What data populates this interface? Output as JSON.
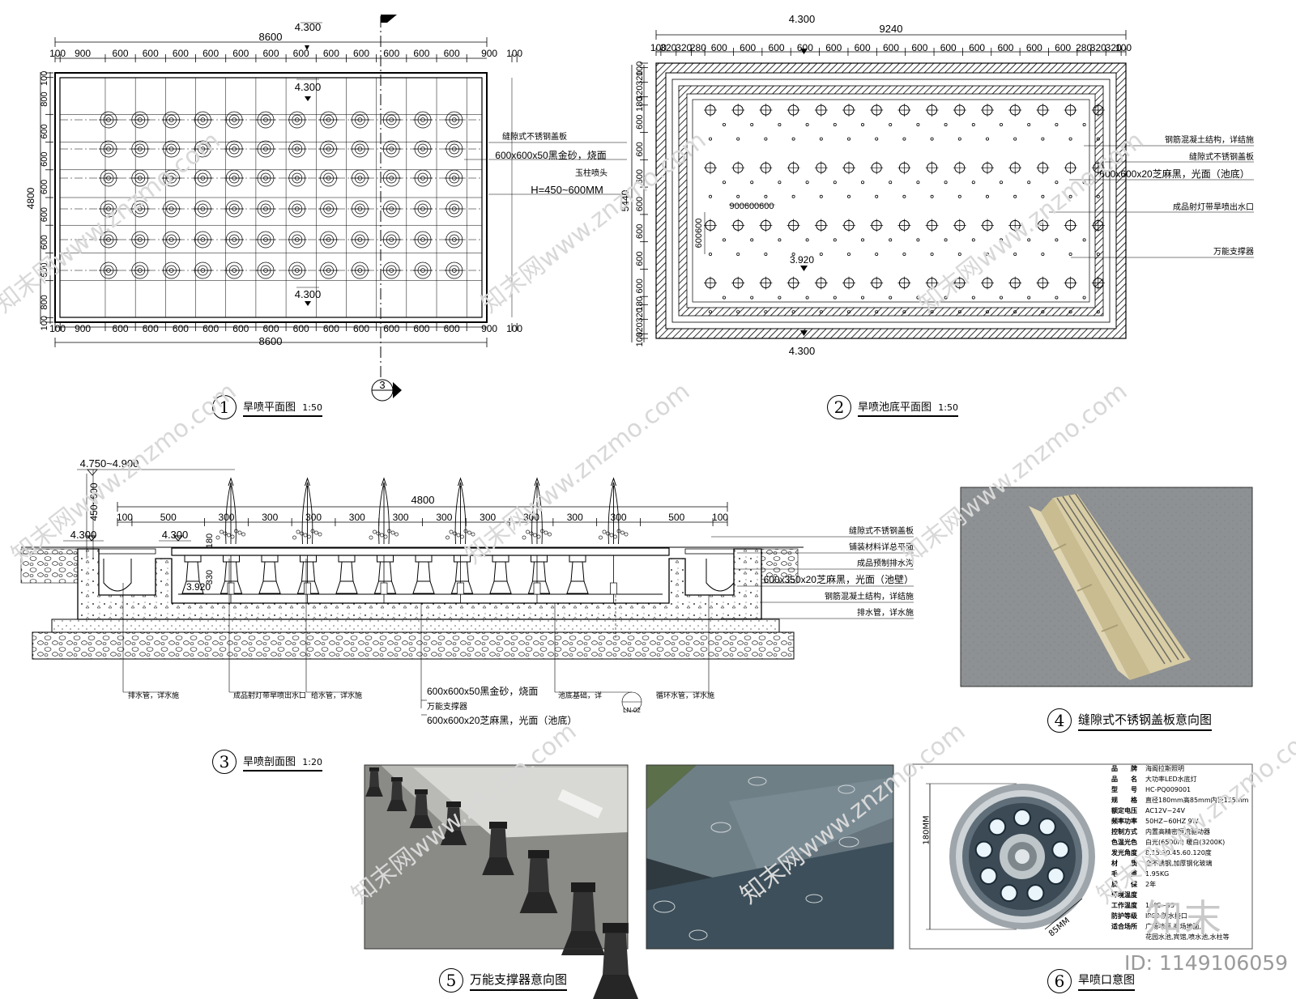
{
  "plan1": {
    "elev_top": "4.300",
    "elev_inner_top": "4.300",
    "elev_inner_bottom": "4.300",
    "total_width": "8600",
    "total_width_bottom": "8600",
    "top_dims": [
      "100",
      "900",
      "600",
      "600",
      "600",
      "600",
      "600",
      "600",
      "600",
      "600",
      "600",
      "600",
      "600",
      "600",
      "900",
      "100"
    ],
    "side_total": "4800",
    "side_dims": [
      "100",
      "800",
      "600",
      "600",
      "600",
      "600",
      "600",
      "600",
      "800",
      "100"
    ],
    "note1": "缝隙式不锈钢盖板",
    "note2": "600x600x50黑金砂，烧面",
    "note3": "玉柱喷头",
    "note4": "H=450~600MM",
    "num": "1",
    "title": "旱喷平面图",
    "scale": "1:50",
    "section_mark": "3"
  },
  "plan2": {
    "elev_top": "4.300",
    "elev_bottom": "4.300",
    "elev_floor": "3.920",
    "total_width": "9240",
    "top_dims": [
      "100",
      "320",
      "320",
      "280",
      "600",
      "600",
      "600",
      "600",
      "600",
      "600",
      "600",
      "600",
      "600",
      "600",
      "600",
      "600",
      "600",
      "280",
      "320",
      "320",
      "100"
    ],
    "side_total": "5440",
    "side_dims": [
      "100",
      "320",
      "320",
      "180",
      "600",
      "600",
      "600",
      "600",
      "600",
      "600",
      "600",
      "180",
      "320",
      "320",
      "100"
    ],
    "inner_dim_h": "900600600",
    "inner_dim_v": "600600",
    "note1": "钢筋混凝土结构，详结施",
    "note2": "缝隙式不锈钢盖板",
    "note3": "600x600x20芝麻黑，光面（池底）",
    "note4": "成品射灯带旱喷出水口",
    "note5": "万能支撑器",
    "num": "2",
    "title": "旱喷池底平面图",
    "scale": "1:50"
  },
  "section3": {
    "elev_top": "4.750~4.900",
    "height_range": "450~600",
    "elev_left": "4.300",
    "elev_left2": "4.300",
    "elev_inner": "3.920",
    "dim_330": "330",
    "dim_180": "180",
    "total": "4800",
    "dims": [
      "100",
      "500",
      "300",
      "300",
      "300",
      "300",
      "300",
      "300",
      "300",
      "300",
      "300",
      "300",
      "500",
      "100"
    ],
    "right_notes": [
      "缝隙式不锈钢盖板",
      "铺装材料详总平面",
      "成品预制排水沟",
      "600x350x20芝麻黑，光面（池壁）",
      "钢筋混凝土结构，详结施",
      "排水管，详水施"
    ],
    "bottom_notes": [
      "排水管，详水施",
      "成品射灯带旱喷出水口",
      "给水管，详水施",
      "600x600x50黑金砂，烧面",
      "万能支撑器",
      "600x600x20芝麻黑，光面（池底）",
      "池底基础，详",
      "循环水管，详水施"
    ],
    "detail_ref": "LN-02",
    "num": "3",
    "title": "旱喷剖面图",
    "scale": "1:20"
  },
  "photo4": {
    "num": "4",
    "title": "缝隙式不锈钢盖板意向图"
  },
  "photo5": {
    "num": "5",
    "title": "万能支撑器意向图"
  },
  "photo6": {
    "num": "6",
    "title": "旱喷口",
    "title_tail": "意图",
    "dim_v": "180MM",
    "dim_d": "85MM",
    "specs": [
      {
        "k": "品　　牌",
        "v": "海阁拉斯照明"
      },
      {
        "k": "品　　名",
        "v": "大功率LED水底灯"
      },
      {
        "k": "型　　号",
        "v": "HC-PQ009001"
      },
      {
        "k": "规　　格",
        "v": "直径180mm高85mm内径155mm"
      },
      {
        "k": "额定电压",
        "v": "AC12V~24V"
      },
      {
        "k": "频率功率",
        "v": "50HZ~60HZ  9W"
      },
      {
        "k": "控制方式",
        "v": "内置高精密恒流驱动器"
      },
      {
        "k": "色温光色",
        "v": "白光(6500K)  暖白(3200K)"
      },
      {
        "k": "发光角度",
        "v": "8.15.30.45.60.120度"
      },
      {
        "k": "材　　质",
        "v": "全不锈钢,加厚钢化玻璃"
      },
      {
        "k": "毛　　重",
        "v": "1.95KG"
      },
      {
        "k": "质　　保",
        "v": "2年"
      },
      {
        "k": "环境温度",
        "v": ""
      },
      {
        "k": "工作温度",
        "v": "10℃~95"
      },
      {
        "k": "防护等级",
        "v": "IP68 防水接口"
      },
      {
        "k": "适合场所",
        "v": "广场地面,商场地面,"
      },
      {
        "k": "",
        "v": "花园水池,宾馆,喷水池,水柱等"
      }
    ]
  },
  "watermark": "知末网www.znzmo.com",
  "logo_text": "知末",
  "id_text": "ID: 1149106059"
}
